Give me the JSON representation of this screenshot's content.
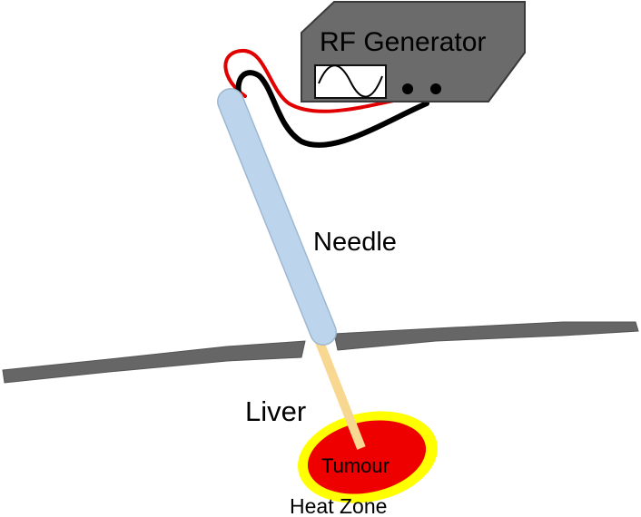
{
  "labels": {
    "generator": "RF Generator",
    "needle": "Needle",
    "liver": "Liver",
    "tumour": "Tumour",
    "heat_zone": "Heat Zone"
  },
  "colors": {
    "generator_body": "#6b6b6b",
    "generator_outline": "#3a3a3a",
    "screen_bg": "#ffffff",
    "wire_red": "#e00000",
    "wire_black": "#000000",
    "needle_shaft": "#bcd4ec",
    "needle_outline": "#9fb8d2",
    "needle_tip": "#f8d890",
    "skin": "#666666",
    "tumour": "#ee0000",
    "heat_zone": "#ffff00"
  }
}
